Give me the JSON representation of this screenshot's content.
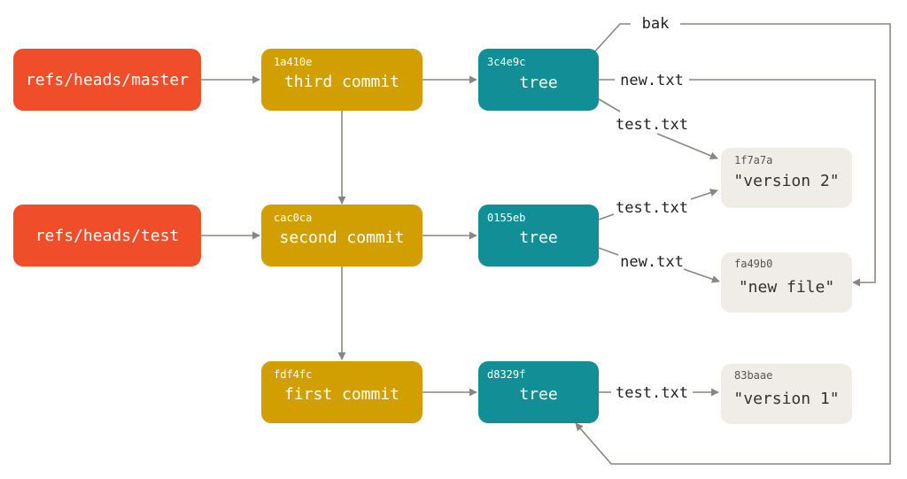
{
  "colors": {
    "ref": "#f04e2b",
    "commit": "#d1a000",
    "tree": "#128f96",
    "blob": "#efede6",
    "edge": "#8a8580"
  },
  "refs": {
    "master": "refs/heads/master",
    "test": "refs/heads/test"
  },
  "commits": {
    "third": {
      "hash": "1a410e",
      "label": "third commit"
    },
    "second": {
      "hash": "cac0ca",
      "label": "second commit"
    },
    "first": {
      "hash": "fdf4fc",
      "label": "first commit"
    }
  },
  "trees": {
    "top": {
      "hash": "3c4e9c",
      "label": "tree"
    },
    "mid": {
      "hash": "0155eb",
      "label": "tree"
    },
    "bottom": {
      "hash": "d8329f",
      "label": "tree"
    }
  },
  "blobs": {
    "v2": {
      "hash": "1f7a7a",
      "label": "\"version 2\""
    },
    "newfile": {
      "hash": "fa49b0",
      "label": "\"new file\""
    },
    "v1": {
      "hash": "83baae",
      "label": "\"version 1\""
    }
  },
  "edge_labels": {
    "bak": "bak",
    "top_new": "new.txt",
    "top_test": "test.txt",
    "mid_test": "test.txt",
    "mid_new": "new.txt",
    "bottom_test": "test.txt"
  }
}
